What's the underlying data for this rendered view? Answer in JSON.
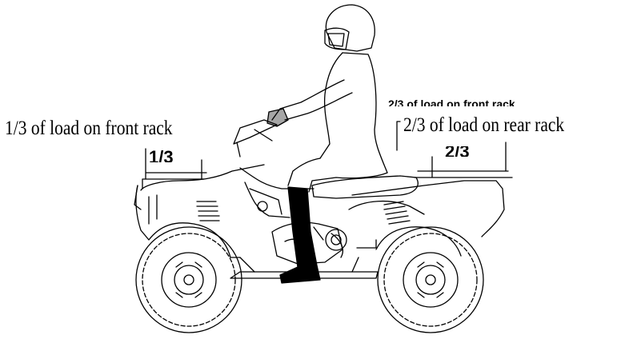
{
  "labels": {
    "front_rack_load": "1/3 of load on front rack",
    "rear_rack_load": "2/3 of load on rear rack",
    "old_label_fragment": "2/3 of load on front rack",
    "front_rack_marker": "1/3",
    "rear_rack_marker": "2/3"
  },
  "illustration": {
    "subject": "rider-seated-on-atv-icon",
    "line_color": "#000000",
    "background": "#ffffff"
  }
}
